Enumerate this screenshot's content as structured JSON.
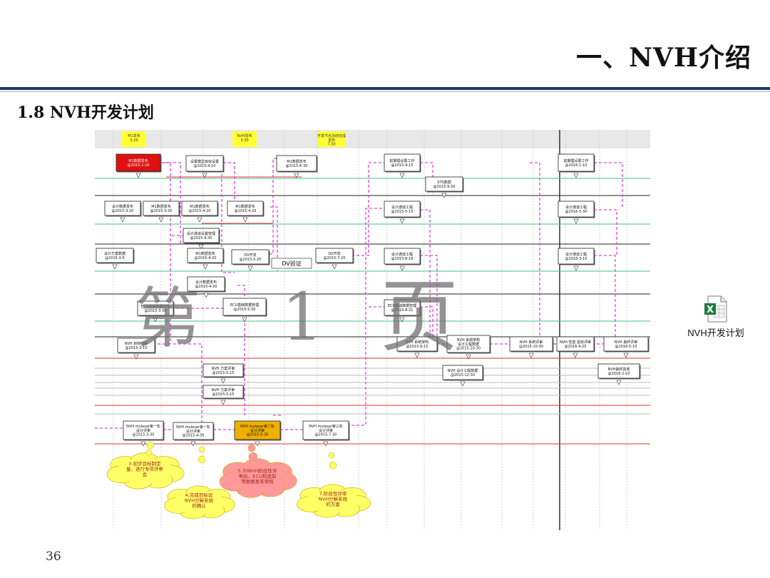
{
  "header": {
    "title": "一、NVH介绍"
  },
  "section": {
    "title": "1.8 NVH开发计划"
  },
  "watermark": {
    "chars": [
      "第",
      "1",
      "页"
    ]
  },
  "page_number": "36",
  "attachment": {
    "label": "NVH开发计划",
    "icon": "excel-file-icon"
  },
  "colors": {
    "rule": "#1f3a63",
    "arrow": "#e040e0",
    "red_line": "#e03030",
    "green_line": "#40c080",
    "milestone": "#ffff33",
    "cloud": "#ffff66",
    "cloud_pink": "#ff9999",
    "highlight_red": "#e01010",
    "highlight_orange": "#f0b000"
  },
  "gantt": {
    "milestones": [
      "M1发布\n3-20",
      "NVH发布\n3-30",
      "开发节点冻结完成\n发布\n7-30"
    ],
    "boxes": [
      {
        "id": "b1",
        "text": "M1数据发布\n@2015-2-20"
      },
      {
        "id": "b2",
        "text": "设置模型目标设置\n@2015-4-10"
      },
      {
        "id": "b3",
        "text": "M1数据发布\n@2015-6-30"
      },
      {
        "id": "b4",
        "text": "前期理设置工作\n@2015-9-15"
      },
      {
        "id": "b5",
        "text": "STS数据\n@2015-9-30"
      },
      {
        "id": "b6",
        "text": "前期理设置工作\n@2016-1-10"
      },
      {
        "id": "b7",
        "text": "设计数据发布\n@2015-3-20"
      },
      {
        "id": "b8",
        "text": "M1数据发布\n@2015-3-20"
      },
      {
        "id": "b9",
        "text": "M1数据发布\n@2015-4-20"
      },
      {
        "id": "b10",
        "text": "M1数据发布\n@2015-4-20"
      },
      {
        "id": "b11",
        "text": "设计通道工程\n@2015-5-15"
      },
      {
        "id": "b12",
        "text": "设计通道工程\n@2016-5-30"
      },
      {
        "id": "b13",
        "text": "设计通道设置管理\n@2015-4-30"
      },
      {
        "id": "b14",
        "text": "设计方案数据\n@2015-3-5"
      },
      {
        "id": "b15",
        "text": "M1数据发布\n@2015-4-20"
      },
      {
        "id": "b16",
        "text": "DV开发\n@2015-5-20"
      },
      {
        "id": "b17",
        "text": "DV开发\n@2015-7-20"
      },
      {
        "id": "b18",
        "text": "设计通道工程\n@2015-8-18"
      },
      {
        "id": "b19",
        "text": "设计通道工程\n@2016-3-10"
      },
      {
        "id": "b20",
        "text": "设计数据发布\n@2015-4-30"
      },
      {
        "id": "b21",
        "text": "ECU基础数据管理\n@2015-3-30"
      },
      {
        "id": "b22",
        "text": "ECU基础数据管理\n@2015-5-30"
      },
      {
        "id": "b23",
        "text": "ECU基础数据管理\n@2015-8-31"
      },
      {
        "id": "b24",
        "text": "NVH 目标分解\n@2015-3-15"
      },
      {
        "id": "b25",
        "text": "NVH 系统架构\n@2015-9-15"
      },
      {
        "id": "b26",
        "text": "NVH 系统架构\n设计工程数据\n@2015-10-30"
      },
      {
        "id": "b27",
        "text": "NVH 设计工程数据\n@2015-12-30"
      },
      {
        "id": "b28",
        "text": "NVH 性能 验收评审\n@2016-4-25"
      },
      {
        "id": "b29",
        "text": "NVH 最终评审\n@2016-5-10"
      },
      {
        "id": "b30",
        "text": "NVH 方案评审\n@2015-5-15"
      },
      {
        "id": "b31",
        "text": "NVH 方案评审\n@2015-5-15"
      },
      {
        "id": "b32",
        "text": "NVH 系统评审\n@2015-10-30"
      },
      {
        "id": "b33",
        "text": "NVH最终验收\n@2016-2-10"
      },
      {
        "id": "b34",
        "text": "NVH mulesar第一轮\n设计评审\n@2015-3-30"
      },
      {
        "id": "b35",
        "text": "NVH mulesar第一轮\n设计评审\n@2015-4-30"
      },
      {
        "id": "b36",
        "text": "NVH mulesar第二轮\n设计评审\n@2015-5-30"
      },
      {
        "id": "b37",
        "text": "NVH mulesar第三轮\n设计评审\n@2015-7-30"
      }
    ],
    "dv_label": "DV验证",
    "clouds": [
      "3.初步目标制定\n量，进行专项评审\n会",
      "4.完成目标设\nNVH分解系统\n的确认",
      "5.30NVH阶段性评\n审后，ECU和选型\n等数据发布审核",
      "7.阶段性评审\nNVH分解系统\n的方案"
    ]
  }
}
